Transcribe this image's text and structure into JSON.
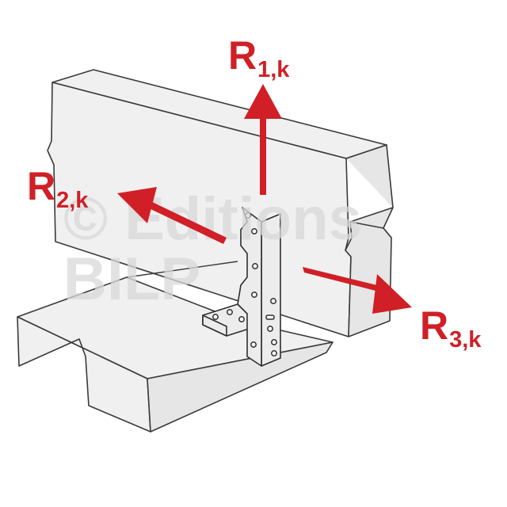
{
  "watermark": {
    "line1": "© Editions",
    "line2": "BILP",
    "color": "#d9d9d9"
  },
  "forces": [
    {
      "id": "r1",
      "main": "R",
      "sub": "1,k"
    },
    {
      "id": "r2",
      "main": "R",
      "sub": "2,k"
    },
    {
      "id": "r3",
      "main": "R",
      "sub": "3,k"
    }
  ],
  "colors": {
    "arrow": "#d01f26",
    "label": "#d01f26",
    "outline": "#3a3a3a"
  }
}
